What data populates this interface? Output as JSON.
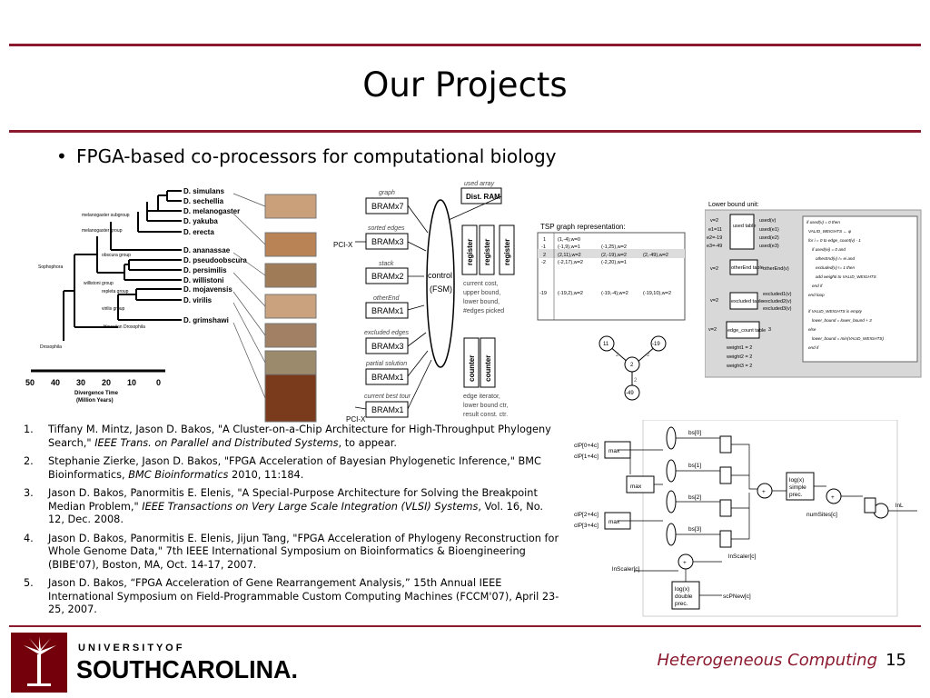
{
  "slide": {
    "title": "Our Projects",
    "bullet": "FPGA-based co-processors for computational biology",
    "footer_text": "Heterogeneous Computing",
    "page_number": "15"
  },
  "logo": {
    "line1": "U N I V E R S I T Y   O F",
    "line2": "SOUTHCAROLINA."
  },
  "references": [
    {
      "num": "1.",
      "before": "Tiffany M. Mintz, Jason D. Bakos, \"A Cluster-on-a-Chip Architecture for High-Throughput Phylogeny Search,\" ",
      "italic": "IEEE Trans. on Parallel and Distributed Systems",
      "after": ", to appear."
    },
    {
      "num": "2.",
      "before": "Stephanie Zierke, Jason D. Bakos, \"FPGA Acceleration of Bayesian Phylogenetic Inference,\" BMC Bioinformatics, ",
      "italic": "BMC Bioinformatics",
      "after": " 2010, 11:184."
    },
    {
      "num": "3.",
      "before": "Jason D. Bakos, Panormitis E. Elenis, \"A Special-Purpose Architecture for Solving the Breakpoint Median Problem,\"  ",
      "italic": "IEEE Transactions on Very Large Scale Integration (VLSI) Systems",
      "after": ", Vol. 16, No. 12, Dec. 2008."
    },
    {
      "num": "4.",
      "before": "Jason D. Bakos, Panormitis E. Elenis, Jijun Tang, \"FPGA Acceleration of Phylogeny Reconstruction for Whole Genome Data,\"  7th IEEE International Symposium on Bioinformatics & Bioengineering (BIBE'07), Boston, MA, Oct. 14-17, 2007.",
      "italic": "",
      "after": ""
    },
    {
      "num": "5.",
      "before": "Jason D. Bakos, “FPGA Acceleration of Gene Rearrangement Analysis,” 15th Annual IEEE International Symposium on Field-Programmable Custom Computing Machines (FCCM'07), April 23-25, 2007.",
      "italic": "",
      "after": ""
    }
  ],
  "tree": {
    "species": [
      "D. simulans",
      "D. sechellia",
      "D. melanogaster",
      "D. yakuba",
      "D. erecta",
      "D. ananassae",
      "D. pseudoobscura",
      "D. persimilis",
      "D. willistoni",
      "D. mojavensis",
      "D. virilis",
      "D. grimshawi"
    ],
    "groups": [
      "melanogaster subgroup",
      "melanogaster group",
      "obscura group",
      "Sophophora",
      "willistoni group",
      "repleta group",
      "virilis group",
      "Hawaiian Drosophila",
      "Drosophila"
    ],
    "axis_ticks": [
      "50",
      "40",
      "30",
      "20",
      "10",
      "0"
    ],
    "axis_label_1": "Divergence Time",
    "axis_label_2": "(Million Years)"
  },
  "architecture": {
    "top_label": "used array",
    "dist_ram": "Dist. RAM",
    "blocks": [
      {
        "caption": "graph",
        "name": "BRAMx7"
      },
      {
        "caption": "sorted edges",
        "name": "BRAMx3"
      },
      {
        "caption": "stack",
        "name": "BRAMx2"
      },
      {
        "caption": "otherEnd",
        "name": "BRAMx1"
      },
      {
        "caption": "excluded edges",
        "name": "BRAMx3"
      },
      {
        "caption": "partial solution",
        "name": "BRAMx1"
      },
      {
        "caption": "current best tour",
        "name": "BRAMx1"
      }
    ],
    "pci_in": "PCI-X",
    "pci_out": "PCI-X",
    "control_1": "control",
    "control_2": "(FSM)",
    "registers": [
      "register",
      "register",
      "register"
    ],
    "register_notes": [
      "current cost,",
      "upper bound,",
      "lower bound,",
      "#edges picked"
    ],
    "counters": [
      "counter",
      "counter"
    ],
    "counter_notes": [
      "edge iterator,",
      "lower bound ctr,",
      "result const. ctr."
    ]
  },
  "tsp": {
    "title": "TSP graph representation:",
    "rows": [
      [
        "1",
        "(1,-4),w=0",
        "",
        ""
      ],
      [
        "-1",
        "(-1,9),w=1",
        "(-1,25),w=2",
        ""
      ],
      [
        "2",
        "(2,11),w=2",
        "(2,-19),w=2",
        "(2,-49),w=2"
      ],
      [
        "-2",
        "(-2,17),w=2",
        "(-2,20),w=1",
        ""
      ],
      [
        "-19",
        "(-19,2),w=2",
        "(-19,-4),w=2",
        "(-19,10),w=2"
      ]
    ],
    "graph_nodes": [
      "11",
      "-19",
      "2",
      "-49"
    ],
    "graph_weights": [
      "2",
      "2",
      "2"
    ]
  },
  "lower_bound": {
    "title": "Lower bound unit:",
    "tables": [
      {
        "name": "used table",
        "inputs": [
          "v=2",
          "e1=11",
          "e2=-19",
          "e3=-49"
        ],
        "outputs": [
          "used(v)",
          "used(e1)",
          "used(e2)",
          "used(e3)"
        ]
      },
      {
        "name": "otherEnd table",
        "inputs": [
          "v=2"
        ],
        "outputs": [
          "otherEnd(v)"
        ]
      },
      {
        "name": "excluded table",
        "inputs": [
          "v=2"
        ],
        "outputs": [
          "excluded1(v)",
          "excluded2(v)",
          "excluded3(v)"
        ]
      },
      {
        "name": "edge_count table",
        "inputs": [
          "v=2"
        ],
        "outputs": [
          "3"
        ]
      }
    ],
    "weights": [
      "weight1 = 2",
      "weight2 = 2",
      "weight3 = 2"
    ],
    "code": [
      "if used(v) = 0 then",
      "  VALID_WEIGHTS ← φ",
      "  for i = 0 to edge_count(v) - 1",
      "    if used(ei) = 0 and",
      "      otherEnd(v) != ei and",
      "      excluded(v) != 1 then",
      "      add weighti to VALID_WEIGHTS",
      "    end if",
      "  end loop",
      "  if VALID_WEIGHTS is empty",
      "    lower_bound = lower_bound + 3",
      "  else",
      "    lower_bound = min(VALID_WEIGHTS)",
      "  end if"
    ]
  },
  "likelihood": {
    "inputs": [
      "clP[0+4c]",
      "clP[1+4c]",
      "clP[2+4c]",
      "clP[3+4c]"
    ],
    "max_labels": [
      "max",
      "max",
      "max"
    ],
    "bs_labels": [
      "bs[0]",
      "bs[1]",
      "bs[2]",
      "bs[3]"
    ],
    "log_simple": [
      "log(x)",
      "simple",
      "prec."
    ],
    "log_double": [
      "log(x)",
      "double",
      "prec."
    ],
    "out_labels": [
      "lnL",
      "numSites[c]",
      "lnScaler[c]",
      "scPNew[c]"
    ],
    "in_label": "lnScaler[c]",
    "ops": [
      "+",
      "×",
      "÷"
    ]
  }
}
